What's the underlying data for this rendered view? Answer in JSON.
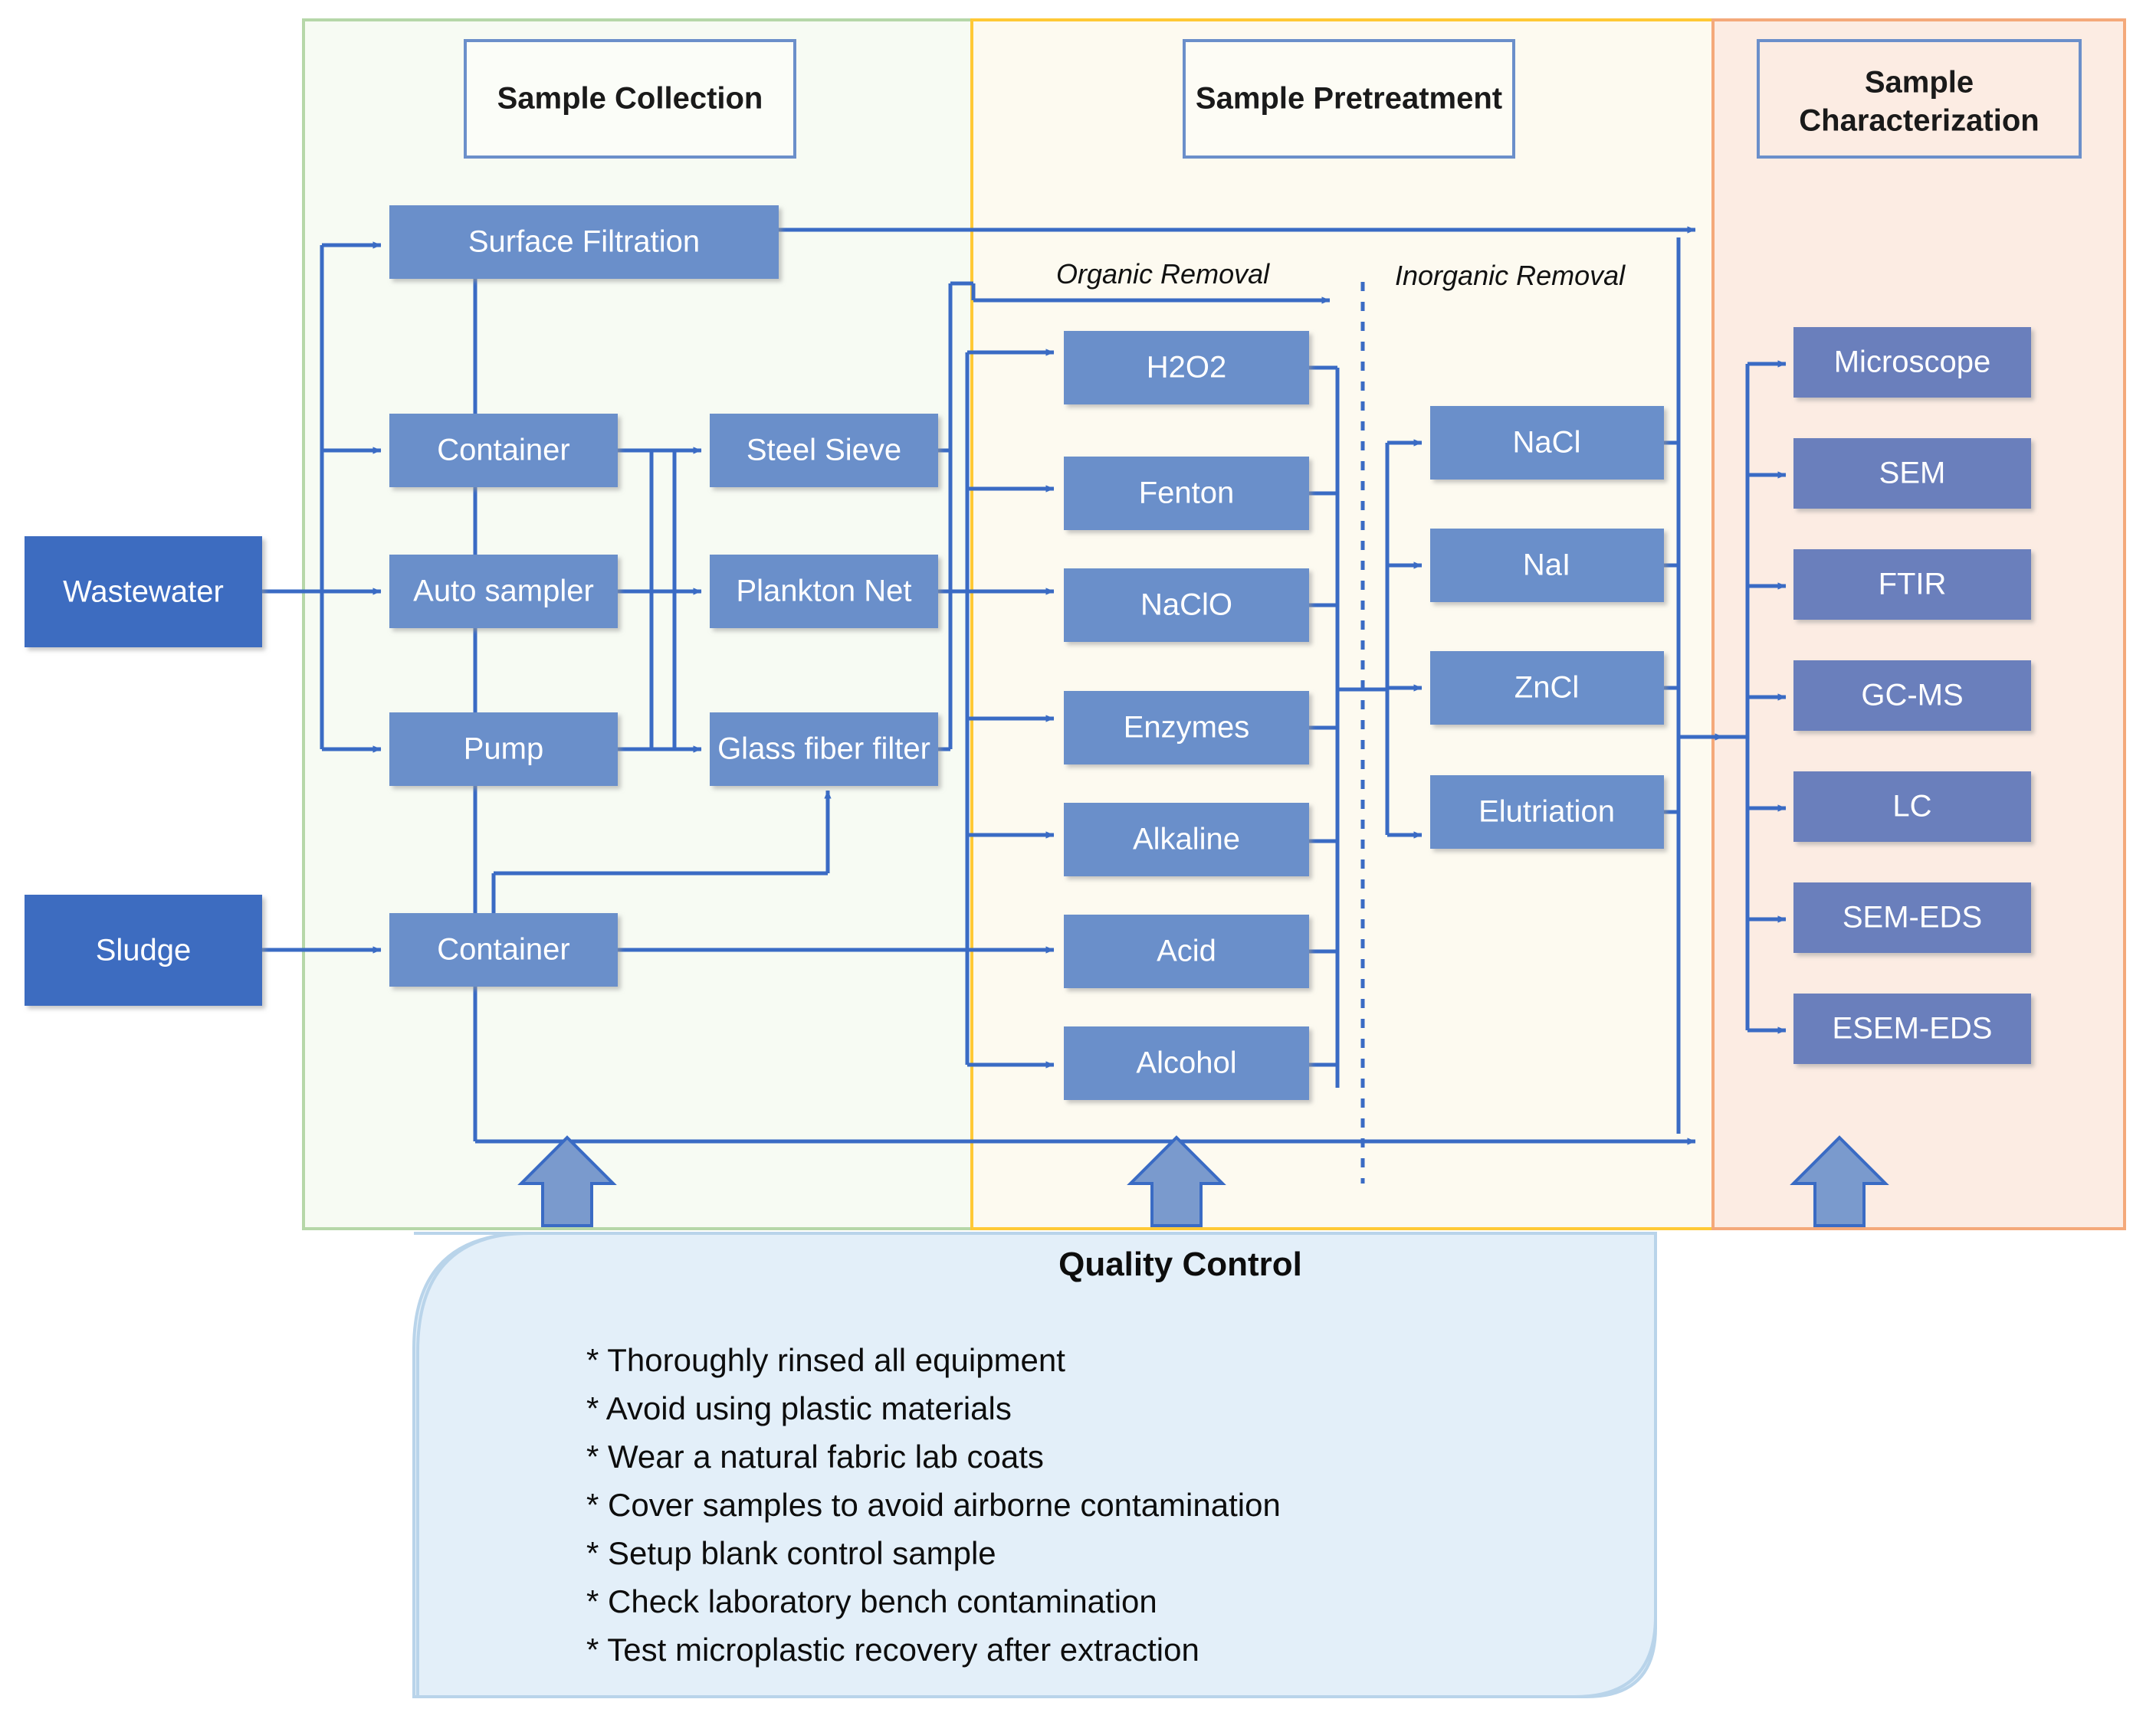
{
  "colors": {
    "node_fill": "#6b8fca",
    "source_fill": "#3d6cc0",
    "line": "#3a6bc4",
    "panel_collection_bg": "#f7fbf3",
    "panel_collection_border": "#b6d7a8",
    "panel_pretreatment_bg": "#fdfaf0",
    "panel_pretreatment_border": "#ffc936",
    "panel_characterization_bg": "#fcece3",
    "panel_characterization_border": "#f4a97a",
    "header_border": "#6b8fca",
    "qc_bg": "#e3eff9",
    "qc_border": "#b9d4ea",
    "big_arrow_fill": "#7a9acd",
    "big_arrow_stroke": "#3a6bc4",
    "text_dark": "#0d0d0d"
  },
  "panels": [
    {
      "id": "collection",
      "title": "Sample Collection"
    },
    {
      "id": "pretreatment",
      "title": "Sample Pretreatment"
    },
    {
      "id": "characterization",
      "title": "Sample Characterization"
    }
  ],
  "sources": [
    {
      "label": "Wastewater"
    },
    {
      "label": "Sludge"
    }
  ],
  "collection": {
    "surface_filtration": "Surface Filtration",
    "devices": [
      {
        "label": "Container"
      },
      {
        "label": "Auto sampler"
      },
      {
        "label": "Pump"
      }
    ],
    "filters": [
      {
        "label": "Steel Sieve"
      },
      {
        "label": "Plankton Net"
      },
      {
        "label": "Glass fiber filter"
      }
    ],
    "sludge_container": "Container"
  },
  "pretreatment": {
    "organic_removal_label": "Organic Removal",
    "inorganic_removal_label": "Inorganic Removal",
    "organic": [
      {
        "label": "H2O2"
      },
      {
        "label": "Fenton"
      },
      {
        "label": "NaClO"
      },
      {
        "label": "Enzymes"
      },
      {
        "label": "Alkaline"
      },
      {
        "label": "Acid"
      },
      {
        "label": "Alcohol"
      }
    ],
    "inorganic": [
      {
        "label": "NaCl"
      },
      {
        "label": "NaI"
      },
      {
        "label": "ZnCl"
      },
      {
        "label": "Elutriation"
      }
    ]
  },
  "characterization": {
    "methods": [
      {
        "label": "Microscope"
      },
      {
        "label": "SEM"
      },
      {
        "label": "FTIR"
      },
      {
        "label": "GC-MS"
      },
      {
        "label": "LC"
      },
      {
        "label": "SEM-EDS"
      },
      {
        "label": "ESEM-EDS"
      }
    ]
  },
  "quality_control": {
    "title": "Quality Control",
    "items": [
      "* Thoroughly rinsed all equipment",
      "* Avoid using plastic materials",
      "* Wear a natural fabric lab coats",
      "* Cover samples to avoid airborne contamination",
      "* Setup blank control sample",
      "* Check laboratory bench contamination",
      "* Test microplastic recovery after extraction"
    ]
  }
}
